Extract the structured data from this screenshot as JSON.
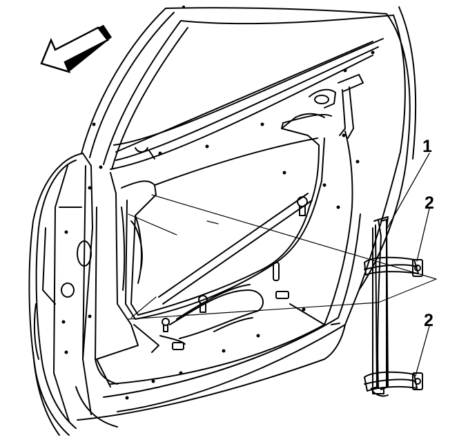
{
  "figure": {
    "callouts": [
      {
        "id": "1"
      },
      {
        "id": "2"
      },
      {
        "id": "2"
      }
    ],
    "colors": {
      "stroke": "#000000",
      "background": "#ffffff"
    },
    "icons": [
      "direction-arrow-icon"
    ]
  }
}
